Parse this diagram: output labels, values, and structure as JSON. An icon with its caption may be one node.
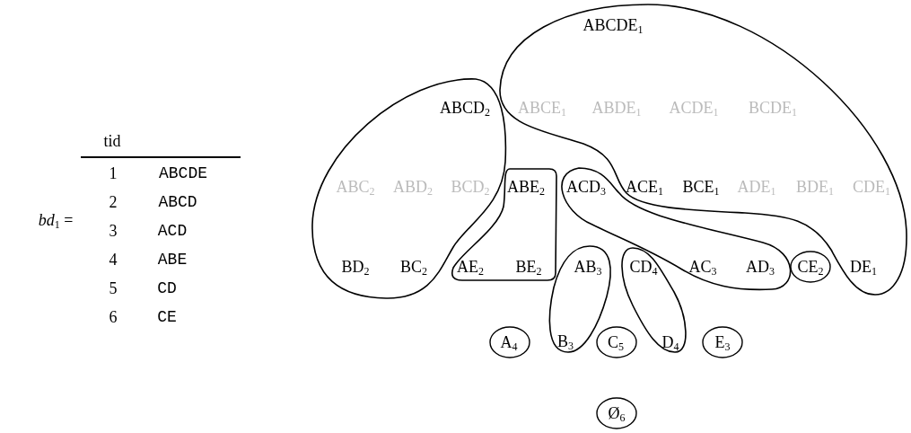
{
  "diagram": {
    "nodes": [
      {
        "text": [
          "ABCDE$_{1}$",
          "ABCE$_{1}$",
          "ABDE$_{1}$",
          "ACDE$_{1}$",
          "BCDE$_{1}$",
          "ACE$_{1}$",
          "BCE$_{1}$",
          "ADE$_{1}$",
          "BDE$_{1}$",
          "CDE$_{1}$",
          "DE$_{1}$"
        ]
      },
      {
        "text": [
          "ABCD$_{2}$",
          "ABC$_{2}$",
          "ABD$_{2}$",
          "BCD$_{2}$",
          "BD$_{2}$",
          "BC$_{2}$"
        ]
      },
      {
        "text": [
          "ABE$_{2}$",
          "AE$_{2}$",
          "BE$_{2}$"
        ]
      },
      {
        "text": [
          "ACD$_{3}$",
          "AC$_{3}$",
          "AD$_{3}$"
        ]
      },
      {
        "text": [
          "CE$_{2}$"
        ]
      },
      {
        "text": [
          "AB$_{3}$",
          "B$_{3}$"
        ]
      },
      {
        "text": [
          "CD$_{4}$",
          "D$_{4}$"
        ]
      },
      {
        "text": [
          "A$_{4}$"
        ]
      },
      {
        "text": [
          "C$_{5}$"
        ]
      },
      {
        "text": [
          "E$_{3}$"
        ]
      },
      {
        "text": [
          "Ø$_{6}$"
        ]
      }
    ],
    "labels": [
      "*bd*$_{1}$ =",
      "tid",
      "1",
      "ABCDE",
      "2",
      "ABCD",
      "3",
      "ACD",
      "4",
      "ABE",
      "5",
      "CD",
      "6",
      "CE"
    ]
  }
}
